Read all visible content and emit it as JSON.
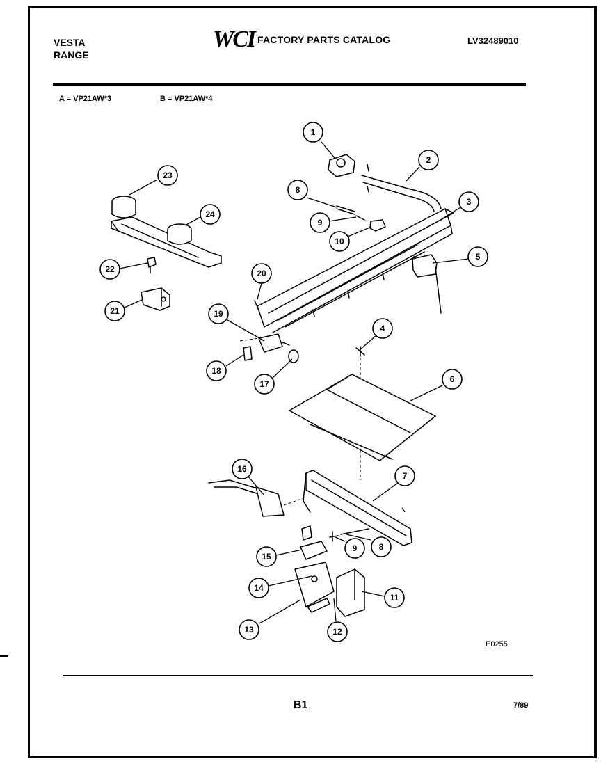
{
  "header": {
    "brand_line1": "VESTA",
    "brand_line2": "RANGE",
    "logo_text": "WCI",
    "catalog_title": "FACTORY PARTS CATALOG",
    "catalog_number": "LV32489010"
  },
  "models": {
    "a": "A = VP21AW*3",
    "b": "B = VP21AW*4"
  },
  "diagram": {
    "code": "E0255",
    "callouts": [
      "1",
      "2",
      "3",
      "4",
      "5",
      "6",
      "7",
      "8",
      "8",
      "9",
      "9",
      "10",
      "11",
      "12",
      "13",
      "14",
      "15",
      "16",
      "17",
      "18",
      "19",
      "20",
      "21",
      "22",
      "23",
      "24"
    ]
  },
  "footer": {
    "page_label": "B1",
    "date_code": "7/89"
  }
}
